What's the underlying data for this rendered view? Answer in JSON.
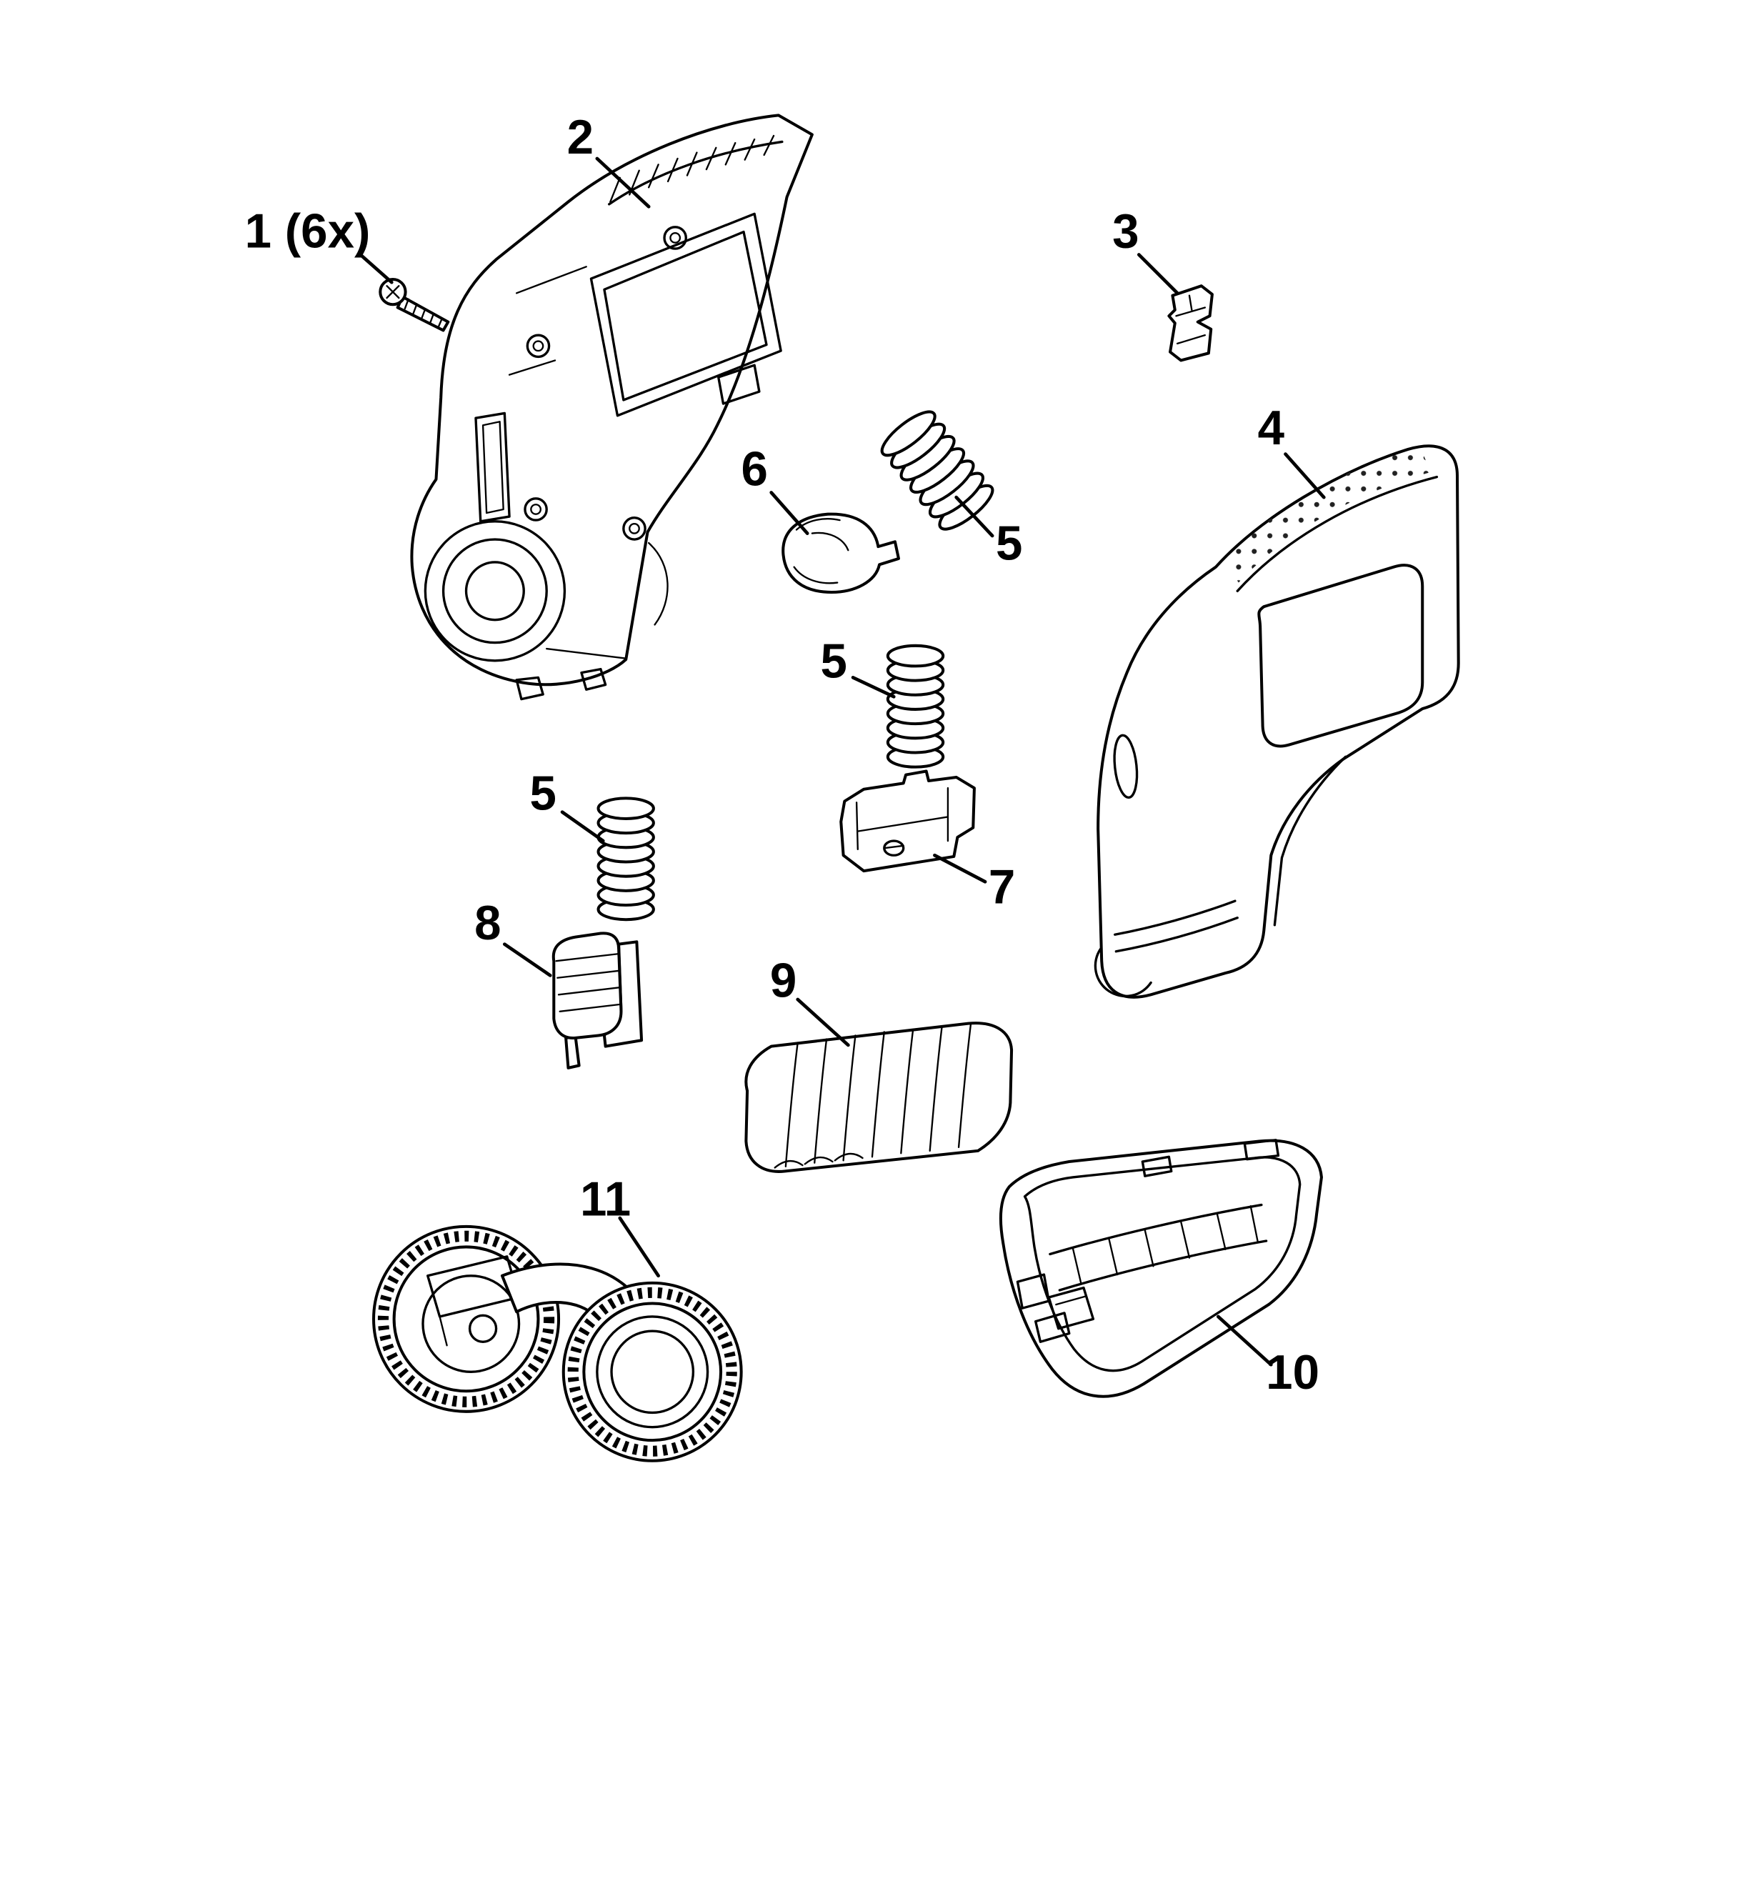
{
  "diagram": {
    "type": "exploded-parts-diagram",
    "subject": "handheld power tool housing assembly",
    "background_color": "#ffffff",
    "line_color": "#000000",
    "label_color": "#000000",
    "parts": [
      {
        "label": "1 (6x)",
        "name": "screw"
      },
      {
        "label": "2",
        "name": "housing-left-half"
      },
      {
        "label": "3",
        "name": "latch-clip"
      },
      {
        "label": "4",
        "name": "housing-right-half"
      },
      {
        "label": "5",
        "name": "spring-top"
      },
      {
        "label": "5",
        "name": "spring-middle"
      },
      {
        "label": "5",
        "name": "spring-bottom"
      },
      {
        "label": "6",
        "name": "trigger-button"
      },
      {
        "label": "7",
        "name": "slide-bracket"
      },
      {
        "label": "8",
        "name": "switch"
      },
      {
        "label": "9",
        "name": "battery-pack"
      },
      {
        "label": "10",
        "name": "bottom-cover"
      },
      {
        "label": "11",
        "name": "wheel-assembly"
      }
    ]
  }
}
